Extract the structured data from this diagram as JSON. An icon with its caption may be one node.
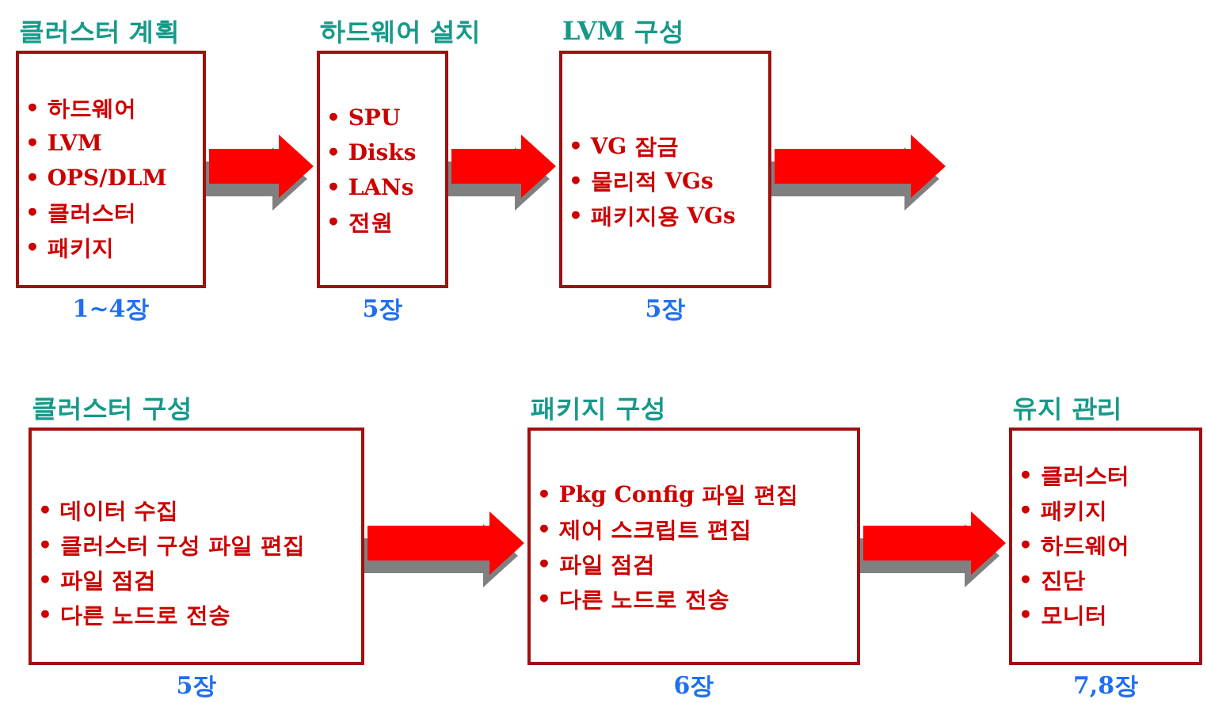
{
  "diagram": {
    "nodes": [
      {
        "text": [
          "클러스터 계획",
          "• 하드웨어",
          "• LVM",
          "• OPS/DLM",
          "• 클러스터",
          "• 패키지"
        ],
        "beside": [
          "1~4장"
        ]
      },
      {
        "text": [
          "하드웨어 설치",
          "• SPU",
          "• Disks",
          "• LANs",
          "• 전원"
        ],
        "beside": [
          "5장"
        ]
      },
      {
        "text": [
          "LVM 구성",
          "• VG 잠금",
          "• 물리적 VGs",
          "• 패키지용 VGs"
        ],
        "beside": [
          "5장"
        ]
      },
      {
        "text": [
          "클러스터 구성",
          "• 데이터 수집",
          "• 클러스터 구성 파일 편집",
          "• 파일 점검",
          "• 다른 노드로 전송"
        ],
        "beside": [
          "5장"
        ]
      },
      {
        "text": [
          "패키지 구성",
          "• Pkg Config 파일 편집",
          "• 제어 스크립트 편집",
          "• 파일 점검",
          "• 다른 노드로 전송"
        ],
        "beside": [
          "6장"
        ]
      },
      {
        "text": [
          "유지 관리",
          "• 클러스터",
          "• 패키지",
          "• 하드웨어",
          "• 진단",
          "• 모니터"
        ],
        "beside": [
          "7,8장"
        ]
      }
    ],
    "edges": [
      {
        "from": 0,
        "to": 1,
        "arrow": "to",
        "style": "thick"
      },
      {
        "from": 1,
        "to": 2,
        "arrow": "to",
        "style": "thick"
      },
      {
        "from": 2,
        "to": null,
        "arrow": "to",
        "style": "thick"
      },
      {
        "from": 3,
        "to": 4,
        "arrow": "to",
        "style": "thick"
      },
      {
        "from": 4,
        "to": 5,
        "arrow": "to",
        "style": "thick"
      }
    ]
  }
}
